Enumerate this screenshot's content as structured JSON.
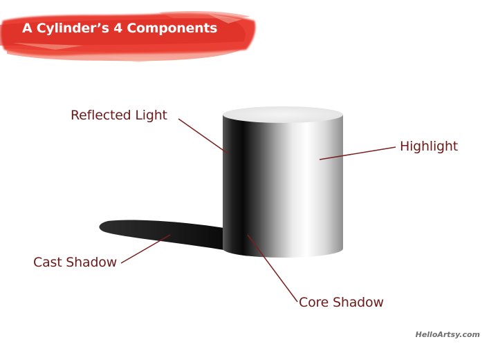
{
  "banner": {
    "title": "A Cylinder’s 4 Components",
    "color": "#e8362a"
  },
  "labels": {
    "reflected_light": "Reflected Light",
    "highlight": "Highlight",
    "cast_shadow": "Cast Shadow",
    "core_shadow": "Core Shadow"
  },
  "footer": {
    "site": "HelloArtsy.com"
  },
  "colors": {
    "label_text": "#6b1a1a",
    "leader_line": "#7a1f1f"
  }
}
